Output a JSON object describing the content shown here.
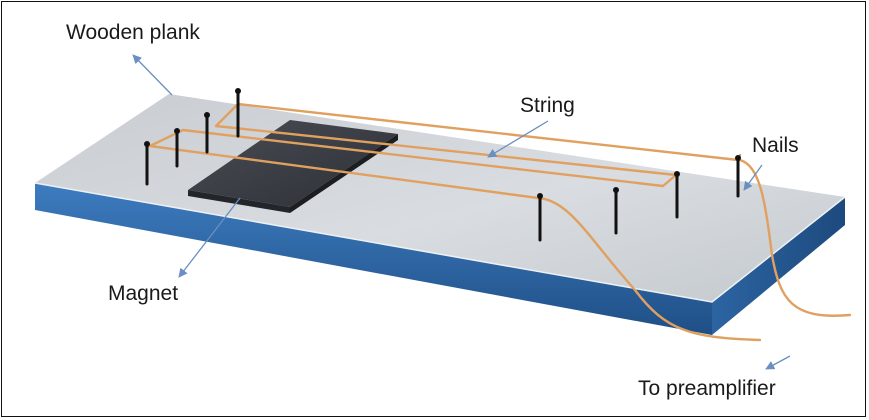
{
  "labels": {
    "wooden_plank": "Wooden plank",
    "string": "String",
    "nails": "Nails",
    "magnet": "Magnet",
    "to_preamplifier": "To preamplifier"
  },
  "colors": {
    "plank_top": "#d4d8dc",
    "plank_side": "#2f6aa8",
    "magnet": "#3a3d42",
    "string": "#e0a060",
    "nail": "#111111",
    "arrow": "#6a8fc0"
  }
}
